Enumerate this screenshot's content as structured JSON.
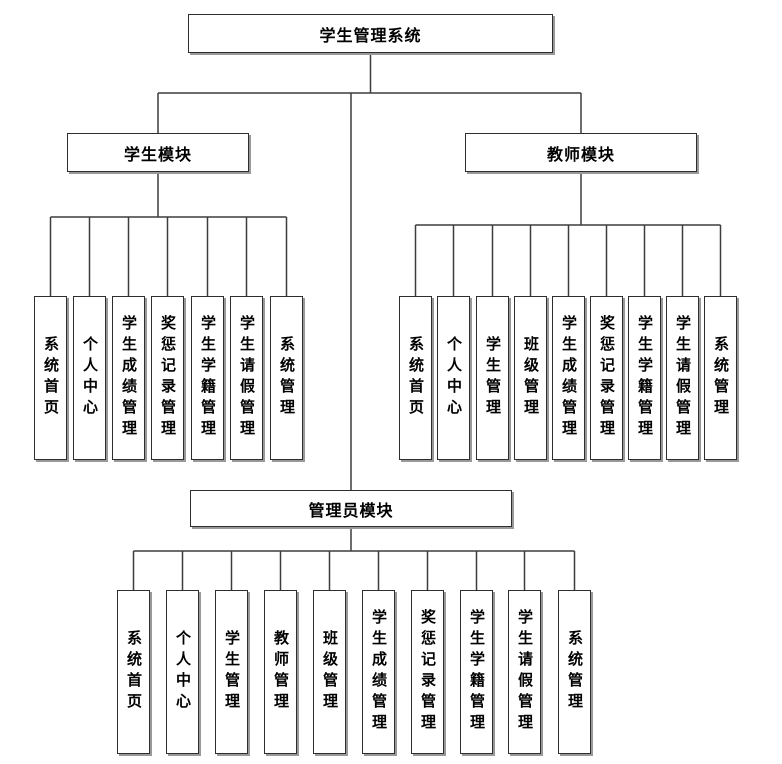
{
  "diagram": {
    "type": "hierarchy-tree",
    "root_label": "学生管理系统",
    "modules": [
      {
        "label": "学生模块",
        "children": [
          "系统首页",
          "个人中心",
          "学生成绩管理",
          "奖惩记录管理",
          "学生学籍管理",
          "学生请假管理",
          "系统管理"
        ]
      },
      {
        "label": "教师模块",
        "children": [
          "系统首页",
          "个人中心",
          "学生管理",
          "班级管理",
          "学生成绩管理",
          "奖惩记录管理",
          "学生学籍管理",
          "学生请假管理",
          "系统管理"
        ]
      },
      {
        "label": "管理员模块",
        "children": [
          "系统首页",
          "个人中心",
          "学生管理",
          "教师管理",
          "班级管理",
          "学生成绩管理",
          "奖惩记录管理",
          "学生学籍管理",
          "学生请假管理",
          "系统管理"
        ]
      }
    ],
    "colors": {
      "line": "#3d3d3d",
      "box_border": "#2e2e2e",
      "box_fill": "#ffffff",
      "box_shadow": "#999999",
      "text": "#000000",
      "background": "#ffffff"
    }
  }
}
